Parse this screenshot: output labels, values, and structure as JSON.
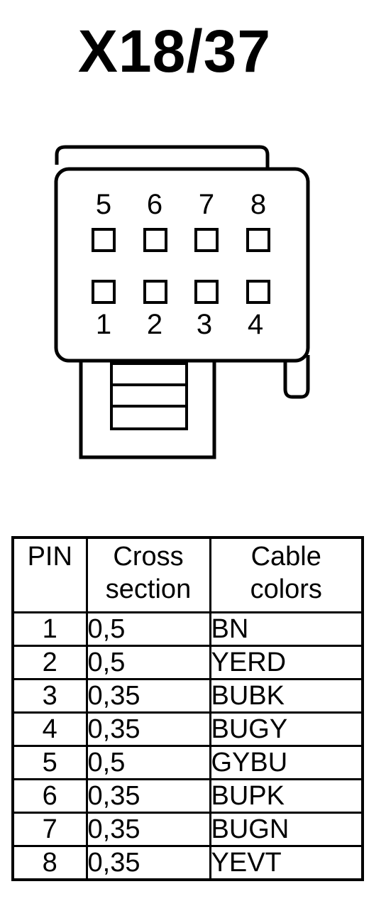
{
  "title": "X18/37",
  "connector": {
    "top_row_pins": [
      "5",
      "6",
      "7",
      "8"
    ],
    "bottom_row_pins": [
      "1",
      "2",
      "3",
      "4"
    ]
  },
  "table": {
    "headers": {
      "pin": "PIN",
      "cross_line1": "Cross",
      "cross_line2": "section",
      "colors_line1": "Cable",
      "colors_line2": "colors"
    },
    "rows": [
      {
        "pin": "1",
        "cross": "0,5",
        "color": "BN"
      },
      {
        "pin": "2",
        "cross": "0,5",
        "color": "YERD"
      },
      {
        "pin": "3",
        "cross": "0,35",
        "color": "BUBK"
      },
      {
        "pin": "4",
        "cross": "0,35",
        "color": "BUGY"
      },
      {
        "pin": "5",
        "cross": "0,5",
        "color": "GYBU"
      },
      {
        "pin": "6",
        "cross": "0,35",
        "color": "BUPK"
      },
      {
        "pin": "7",
        "cross": "0,35",
        "color": "BUGN"
      },
      {
        "pin": "8",
        "cross": "0,35",
        "color": "YEVT"
      }
    ]
  }
}
